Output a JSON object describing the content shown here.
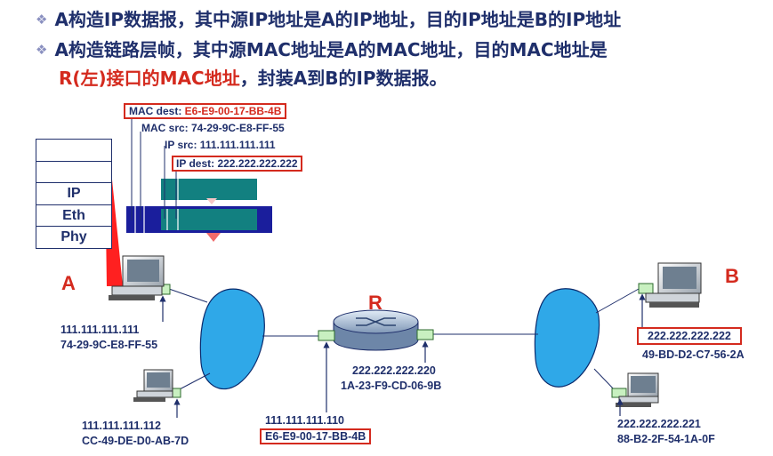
{
  "text": {
    "bullet1": "A构造IP数据报，其中源IP地址是A的IP地址，目的IP地址是B的IP地址",
    "bullet2_line1": "A构造链路层帧，其中源MAC地址是A的MAC地址，目的MAC地址是",
    "bullet2_line2_red": "R(左)接口的MAC地址",
    "bullet2_line2_rest": "，封装A到B的IP数据报。"
  },
  "frame": {
    "mac_dest_label": "MAC dest: ",
    "mac_dest_value": "E6-E9-00-17-BB-4B",
    "mac_src": "MAC src: 74-29-9C-E8-FF-55",
    "ip_src": "IP src: 111.111.111.111",
    "ip_dest": "IP dest: 222.222.222.222"
  },
  "stack_layers": [
    "",
    "",
    "IP",
    "Eth",
    "Phy"
  ],
  "nodes": {
    "A": "A",
    "B": "B",
    "R": "R",
    "a_ip": "111.111.111.111",
    "a_mac": "74-29-9C-E8-FF-55",
    "c_ip": "111.111.111.112",
    "c_mac": "CC-49-DE-D0-AB-7D",
    "r_left_ip": "111.111.111.110",
    "r_left_mac": "E6-E9-00-17-BB-4B",
    "r_right_ip": "222.222.222.220",
    "r_right_mac": "1A-23-F9-CD-06-9B",
    "b_ip": "222.222.222.222",
    "b_mac": "49-BD-D2-C7-56-2A",
    "d_ip": "222.222.222.221",
    "d_mac": "88-B2-2F-54-1A-0F"
  }
}
